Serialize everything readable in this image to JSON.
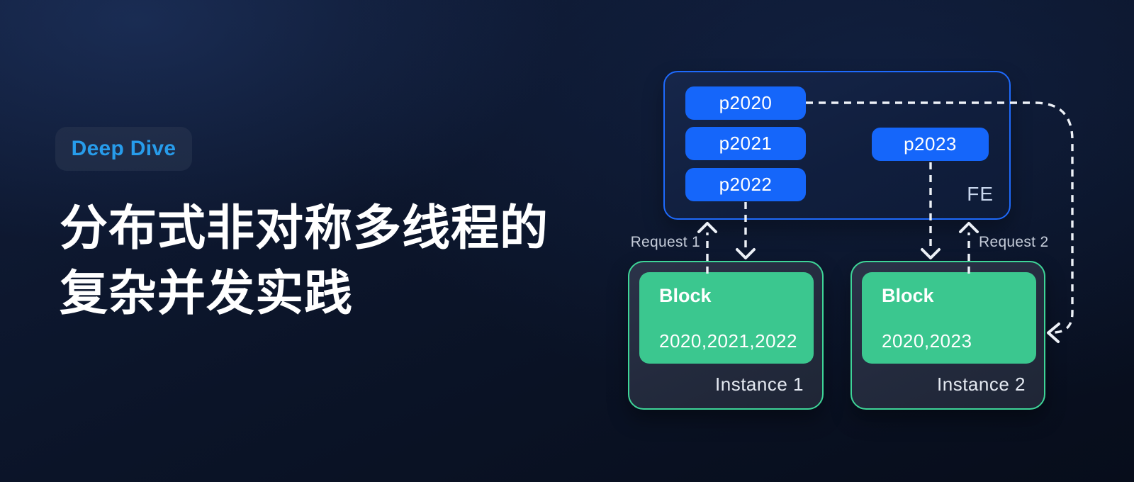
{
  "badge": {
    "label": "Deep Dive"
  },
  "title": {
    "line1": "分布式非对称多线程的",
    "line2": "复杂并发实践"
  },
  "diagram": {
    "fe": {
      "label": "FE",
      "pills": [
        {
          "label": "p2020"
        },
        {
          "label": "p2021"
        },
        {
          "label": "p2022"
        },
        {
          "label": "p2023"
        }
      ]
    },
    "instances": [
      {
        "label": "Instance 1",
        "block": {
          "title": "Block",
          "years": "2020,2021,2022"
        }
      },
      {
        "label": "Instance 2",
        "block": {
          "title": "Block",
          "years": "2020,2023"
        }
      }
    ],
    "requests": [
      {
        "label": "Request 1"
      },
      {
        "label": "Request 2"
      }
    ]
  },
  "colors": {
    "accent_blue": "#1566fa",
    "fe_border_blue": "#1e6afc",
    "green_fill": "#3bc78f",
    "green_border": "#3ed598",
    "badge_text_blue": "#279ceb",
    "dash_white": "#edf1f7",
    "background_navy": "#0b1428"
  }
}
